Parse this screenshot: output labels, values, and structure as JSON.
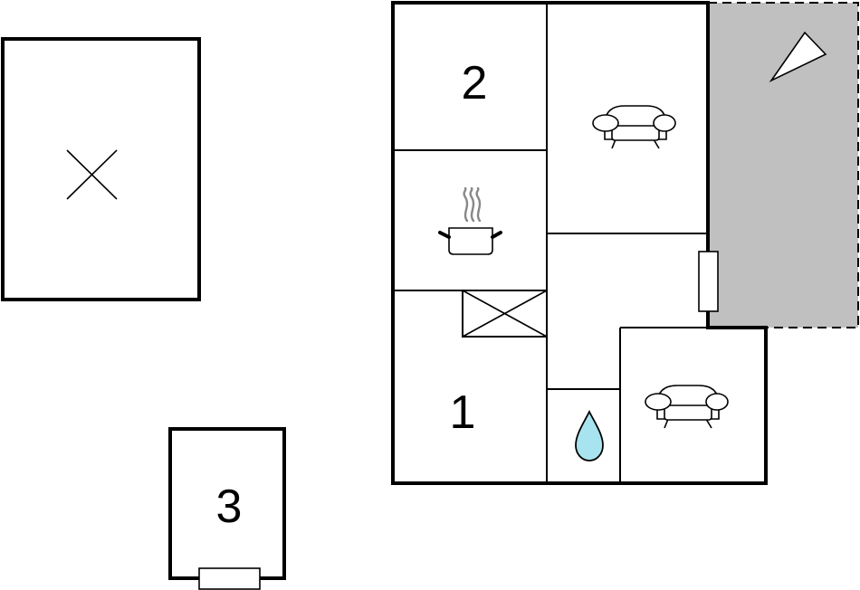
{
  "colors": {
    "wall": "#000000",
    "terrace_fill": "#c0c0c0",
    "water_drop": "#a8e4f0",
    "background": "#ffffff"
  },
  "rooms": {
    "bedroom_2": {
      "label": "2"
    },
    "bedroom_1": {
      "label": "1"
    },
    "bedroom_3": {
      "label": "3"
    }
  },
  "icons": {
    "kitchen": "cooking-pot-icon",
    "living_room": "sofa-icon",
    "bathroom": "water-drop-icon",
    "storage": "cross-icon",
    "north": "north-arrow-icon"
  }
}
